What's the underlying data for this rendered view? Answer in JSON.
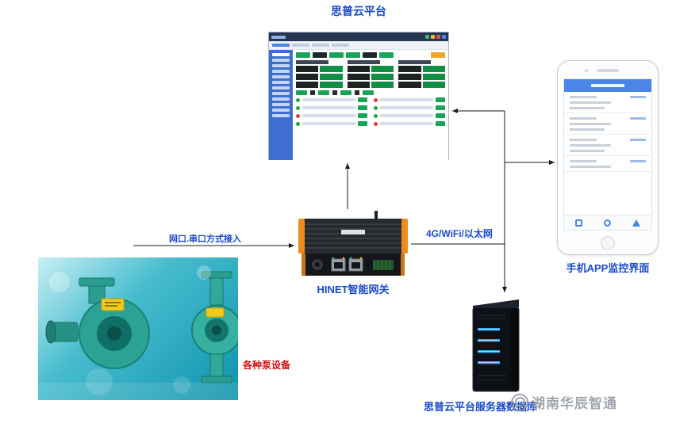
{
  "labels": {
    "platform_title": "思普云平台",
    "phone_label": "手机APP监控界面",
    "gateway_label": "HINET智能网关",
    "pumps_label": "各种泵设备",
    "server_label": "思普云平台服务器数据库",
    "conn_serial": "网口.串口方式接入",
    "conn_wireless": "4G/WiFi/以太网",
    "watermark": "湖南华辰智通"
  },
  "colors": {
    "label_blue": "#1b4ac8",
    "label_red": "#cc1111",
    "watermark_gray": "#8a9099",
    "status_green": "#18a558",
    "status_red": "#e23c3c",
    "dark_cell": "#1c2320",
    "sidebar_blue": "#3e6fd0",
    "phone_header_blue": "#4a86e8",
    "server_slot_blue": "#25a5f2",
    "gateway_orange": "#ef8b1c",
    "pump_teal": "#2ba394"
  }
}
